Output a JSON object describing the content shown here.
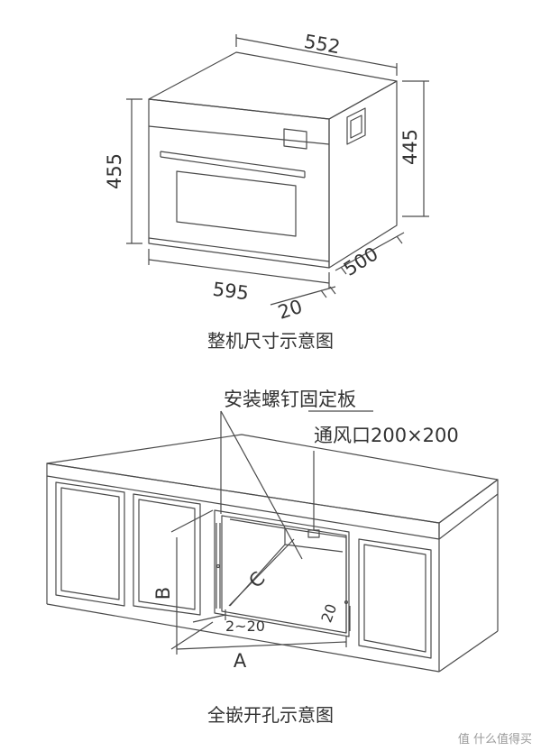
{
  "diagram": {
    "top": {
      "caption": "整机尺寸示意图",
      "dims": {
        "width_top": "552",
        "height_left": "455",
        "height_right": "445",
        "width_bottom": "595",
        "depth": "500",
        "front": "20"
      }
    },
    "bottom": {
      "caption": "全嵌开孔示意图",
      "label_bracket": "安装螺钉固定板",
      "label_vent": "通风口200×200",
      "dims": {
        "a": "A",
        "b": "B",
        "c": "C",
        "gap": "2~20",
        "right_gap": "20"
      }
    },
    "watermark": "值 什么值得买"
  },
  "colors": {
    "line": "#4a4a4a",
    "text": "#333333"
  }
}
